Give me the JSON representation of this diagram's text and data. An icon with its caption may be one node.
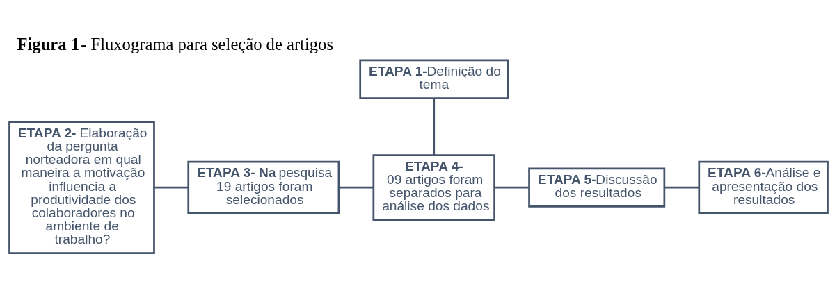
{
  "diagram": {
    "title": "**Figura 1**- Fluxograma para seleção de artigos",
    "nodes": [
      {
        "text": [
          "**ETAPA 1-**Definição do tema"
        ]
      },
      {
        "text": [
          "**ETAPA 2-** Elaboração da pergunta norteadora em qual maneira a motivação influencia a produtividade dos colaboradores no ambiente de trabalho?"
        ]
      },
      {
        "text": [
          "**ETAPA 3- Na** pesquisa 19 artigos foram selecionados"
        ]
      },
      {
        "text": [
          "**ETAPA 4-**",
          "09 artigos foram separados para análise dos dados"
        ]
      },
      {
        "text": [
          "**ETAPA 5-**Discussão dos resultados"
        ]
      },
      {
        "text": [
          "**ETAPA 6-**Análise e apresentação dos resultados"
        ]
      }
    ],
    "edges": [
      {
        "from": 0,
        "to": 3,
        "arrow": "none"
      },
      {
        "from": 1,
        "to": 2,
        "arrow": "none"
      },
      {
        "from": 2,
        "to": 3,
        "arrow": "none"
      },
      {
        "from": 3,
        "to": 4,
        "arrow": "none"
      },
      {
        "from": 4,
        "to": 5,
        "arrow": "none"
      }
    ]
  }
}
